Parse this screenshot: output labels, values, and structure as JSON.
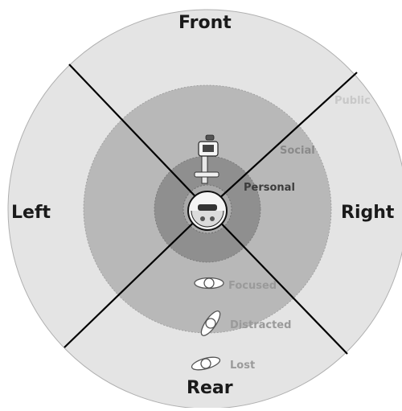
{
  "directions": {
    "front": "Front",
    "rear": "Rear",
    "left": "Left",
    "right": "Right"
  },
  "zones": {
    "public": "Public",
    "social": "Social",
    "personal": "Personal"
  },
  "states": {
    "focused": "Focused",
    "distracted": "Distracted",
    "lost": "Lost"
  },
  "colors": {
    "public_zone": "#e4e4e4",
    "social_zone": "#b8b8b8",
    "personal_zone": "#8f8f8f",
    "intimate_zone": "#a9a9a9",
    "divider_lines": "#000000",
    "public_label": "#c8c8c8",
    "social_label": "#8a8a8a",
    "personal_label": "#3c3c3c",
    "state_label": "#9a9a9a"
  },
  "icons": {
    "robot": "robot-icon",
    "person_focused": "person-top-view-icon",
    "person_distracted": "person-top-view-icon",
    "person_lost": "person-top-view-icon"
  }
}
